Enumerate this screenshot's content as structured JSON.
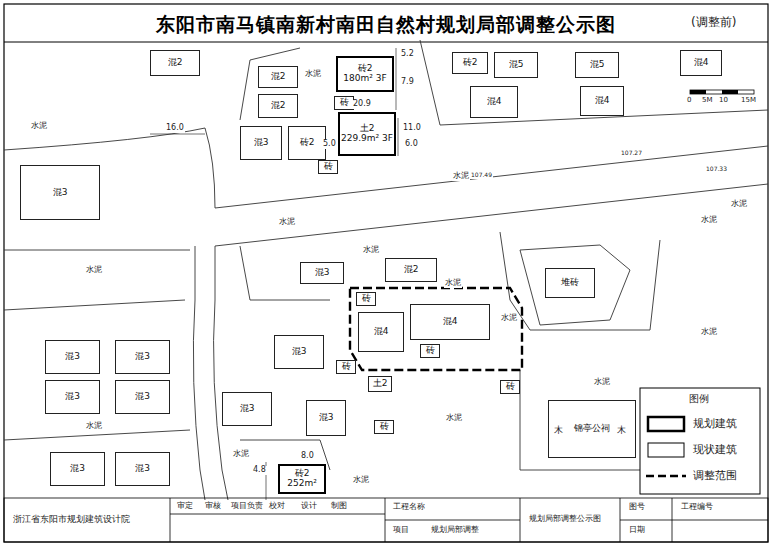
{
  "diagram": {
    "title": "东阳市南马镇南新村南田自然村规划局部调整公示图",
    "nodes": [
      {
        "text": [
          "混2"
        ]
      },
      {
        "text": [
          "砖2",
          "180m² 3F"
        ]
      },
      {
        "text": [
          "混2"
        ]
      },
      {
        "text": [
          "混2"
        ]
      },
      {
        "text": [
          "混3"
        ]
      },
      {
        "text": [
          "砖2"
        ]
      },
      {
        "text": [
          "土2",
          "229.9m² 3F"
        ]
      },
      {
        "text": [
          "砖"
        ]
      },
      {
        "text": [
          "砖"
        ]
      },
      {
        "text": [
          "砖2"
        ]
      },
      {
        "text": [
          "混5"
        ]
      },
      {
        "text": [
          "混4"
        ]
      },
      {
        "text": [
          "混5"
        ]
      },
      {
        "text": [
          "混4"
        ]
      },
      {
        "text": [
          "混4"
        ]
      },
      {
        "text": [
          "混3"
        ]
      },
      {
        "text": [
          "混3"
        ]
      },
      {
        "text": [
          "混2"
        ]
      },
      {
        "text": [
          "砖"
        ]
      },
      {
        "text": [
          "混4"
        ]
      },
      {
        "text": [
          "混4"
        ]
      },
      {
        "text": [
          "砖"
        ]
      },
      {
        "text": [
          "混3"
        ]
      },
      {
        "text": [
          "混3"
        ]
      },
      {
        "text": [
          "混3"
        ]
      },
      {
        "text": [
          "砖"
        ]
      },
      {
        "text": [
          "土2"
        ]
      },
      {
        "text": [
          "砖"
        ]
      },
      {
        "text": [
          "砖"
        ]
      },
      {
        "text": [
          "混3"
        ]
      },
      {
        "text": [
          "混3"
        ]
      },
      {
        "text": [
          "混3"
        ]
      },
      {
        "text": [
          "混3"
        ]
      },
      {
        "text": [
          "混3"
        ]
      },
      {
        "text": [
          "混3"
        ]
      },
      {
        "text": [
          "堆砖"
        ]
      },
      {
        "text": [
          "砖2",
          "252m²"
        ]
      },
      {
        "text": [
          "锦亭公祠"
        ]
      }
    ],
    "labels": [
      "(调整前)",
      "水泥",
      "水泥",
      "16.0",
      "5.2",
      "7.9",
      "20.9",
      "11.0",
      "6.0",
      "5.0",
      "0",
      "5M",
      "10",
      "15M",
      "水泥",
      "水泥",
      "水泥",
      "水泥",
      "水泥",
      "水泥",
      "水泥",
      "水泥",
      "水泥",
      "水泥",
      "水泥",
      "水泥",
      "水泥",
      "水泥",
      "4.8",
      "8.0",
      "木",
      "木",
      "107.27",
      "107.33",
      "107.49",
      "浙江省东阳市规划建筑设计院",
      "审定",
      "审核",
      "项目负责",
      "校对",
      "设计",
      "制图",
      "工程名称",
      "项目",
      "规划局部调整",
      "规划局部调整公示图",
      "图号",
      "日期",
      "工程编号",
      "图例"
    ],
    "legend": [
      {
        "text": "规划建筑"
      },
      {
        "text": "现状建筑"
      },
      {
        "text": "调整范围"
      }
    ]
  }
}
